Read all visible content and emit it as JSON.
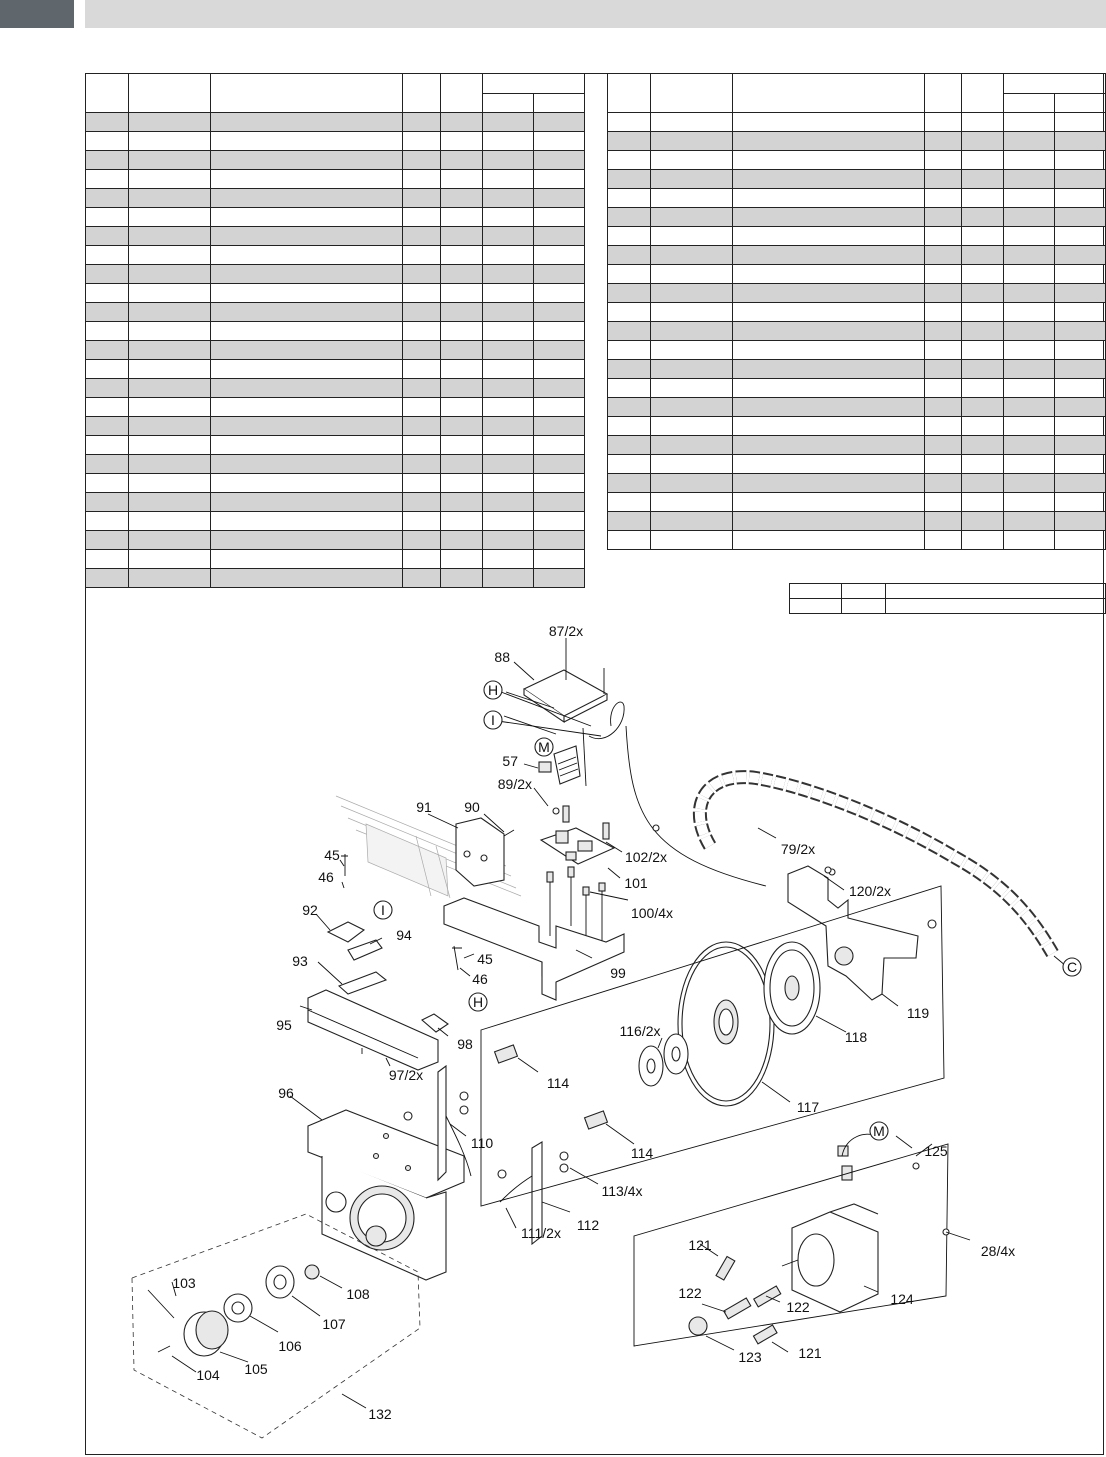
{
  "header": {
    "accent_color": "#5f676d",
    "bar_color": "#d9d9d9"
  },
  "tables": {
    "row_shading": "#d3d3d3",
    "left_rows": 25,
    "right_rows": 23
  },
  "callouts": {
    "c87": "87/2x",
    "c88": "88",
    "cH1": "H",
    "cI1": "I",
    "cM1": "M",
    "c57": "57",
    "c89": "89/2x",
    "c91": "91",
    "c90": "90",
    "c45a": "45",
    "c46a": "46",
    "c92": "92",
    "cI2": "I",
    "c94": "94",
    "c93": "93",
    "c45b": "45",
    "c46b": "46",
    "cH2": "H",
    "c95": "95",
    "c98": "98",
    "c97": "97/2x",
    "c96": "96",
    "c102": "102/2x",
    "c101": "101",
    "c100": "100/4x",
    "c99": "99",
    "c79": "79/2x",
    "c120": "120/2x",
    "cC": "C",
    "c119": "119",
    "c118": "118",
    "c116": "116/2x",
    "c114a": "114",
    "c117": "117",
    "c114b": "114",
    "c110": "110",
    "c113": "113/4x",
    "c111": "111/2x",
    "c112": "112",
    "cM2": "M",
    "c125": "125",
    "c121a": "121",
    "c28": "28/4x",
    "c122a": "122",
    "c122b": "122",
    "c124": "124",
    "c123": "123",
    "c121b": "121",
    "c103": "103",
    "c108": "108",
    "c107": "107",
    "c106": "106",
    "c105": "105",
    "c104": "104",
    "c132": "132"
  }
}
